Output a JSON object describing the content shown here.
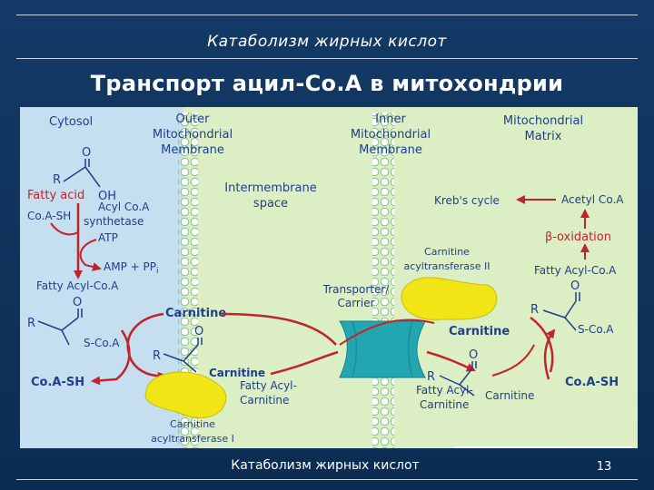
{
  "header": {
    "subtitle": "Катаболизм жирных кислот",
    "title": "Транспорт ацил-Co.A в митохондрии"
  },
  "diagram": {
    "regions": {
      "cytosol": "Cytosol",
      "outer_membrane": [
        "Outer",
        "Mitochondrial",
        "Membrane"
      ],
      "intermembrane": [
        "Intermembrane",
        "space"
      ],
      "inner_membrane": [
        "Inner",
        "Mitochondrial",
        "Membrane"
      ],
      "matrix": [
        "Mitochondrial",
        "Matrix"
      ]
    },
    "cytosol_labels": {
      "r": "R",
      "o": "O",
      "fatty_acid": "Fatty acid",
      "oh": "OH",
      "coa_sh": "Co.A-SH",
      "enzyme": [
        "Acyl Co.A",
        "synthetase"
      ],
      "atp": "ATP",
      "amp_ppi": "AMP + PP",
      "ppi_sub": "i",
      "fatty_acyl_coa": "Fatty Acyl-Co.A",
      "r2": "R",
      "o2": "O",
      "s_coa": "S-Co.A",
      "carnitine": "Carnitine",
      "coa_sh_out": "Co.A-SH",
      "r3": "R",
      "o3": "O",
      "acyl_carnitine": "Carnitine",
      "fatty_acyl_carnitine": [
        "Fatty Acyl-",
        "Carnitine"
      ],
      "cat1": [
        "Carnitine",
        "acyltransferase I"
      ]
    },
    "transporter": [
      "Transporter/",
      "Carrier"
    ],
    "matrix_labels": {
      "krebs": "Kreb's cycle",
      "acetyl_coa": "Acetyl Co.A",
      "beta_oxidation": "β-oxidation",
      "fatty_acyl_coa": "Fatty Acyl-Co.A",
      "cat2": [
        "Carnitine",
        "acyltransferase II"
      ],
      "o": "O",
      "r": "R",
      "s_coa": "S-Co.A",
      "carnitine": "Carnitine",
      "coa_sh": "Co.A-SH",
      "o2": "O",
      "r2": "R",
      "acyl_carnitine": "Carnitine",
      "fatty_acyl_carnitine": [
        "Fatty Acyl-",
        "Carnitine"
      ]
    },
    "colors": {
      "cytosol_bg": "#c5dff0",
      "membrane_zone_bg": "#dbeec4",
      "label_blue": "#1f3f88",
      "arrow_red": "#c0242c",
      "enzyme_yellow": "#f2e515",
      "transporter_teal": "#22a6b0"
    }
  },
  "footer": {
    "text": "Катаболизм жирных кислот",
    "page_number": "13"
  }
}
